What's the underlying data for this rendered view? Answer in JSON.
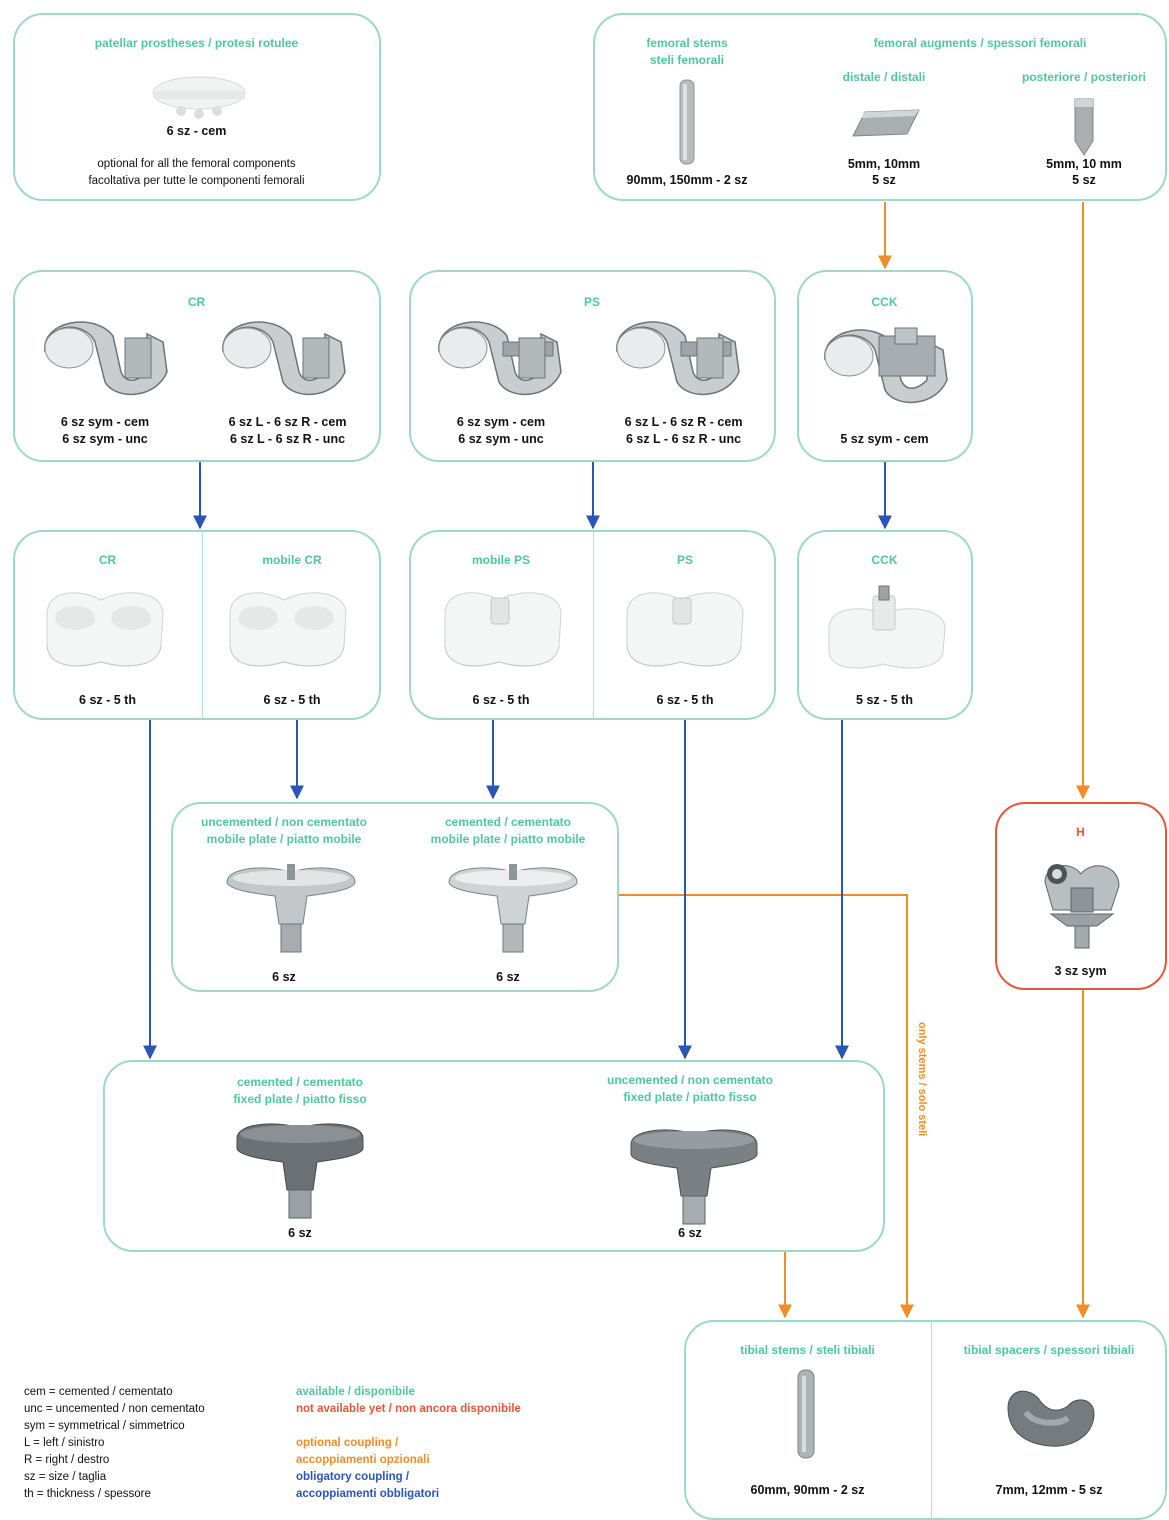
{
  "patellar": {
    "title": "patellar prostheses / protesi rotulee",
    "sizes": "6 sz - cem",
    "note1": "optional for all the femoral components",
    "note2": "facoltativa per tutte le componenti femorali"
  },
  "femoral_stems": {
    "title1": "femoral stems",
    "title2": "steli femorali",
    "sizes": "90mm, 150mm - 2 sz"
  },
  "femoral_augments": {
    "title": "femoral augments / spessori femorali",
    "distal_title": "distale / distali",
    "distal_sizes1": "5mm, 10mm",
    "distal_sizes2": "5 sz",
    "posterior_title": "posteriore / posteriori",
    "posterior_sizes1": "5mm, 10 mm",
    "posterior_sizes2": "5 sz"
  },
  "cr_femoral": {
    "title": "CR",
    "left1": "6 sz sym - cem",
    "left2": "6 sz sym - unc",
    "right1": "6 sz L - 6 sz R - cem",
    "right2": "6 sz L - 6 sz R - unc"
  },
  "ps_femoral": {
    "title": "PS",
    "left1": "6 sz sym - cem",
    "left2": "6 sz sym - unc",
    "right1": "6 sz L - 6 sz R - cem",
    "right2": "6 sz L - 6 sz R - unc"
  },
  "cck_femoral": {
    "title": "CCK",
    "sizes": "5 sz sym - cem"
  },
  "inserts": {
    "cr": {
      "title": "CR",
      "sizes": "6 sz - 5 th"
    },
    "mobile_cr": {
      "title": "mobile CR",
      "sizes": "6 sz - 5 th"
    },
    "mobile_ps": {
      "title": "mobile PS",
      "sizes": "6 sz - 5 th"
    },
    "ps": {
      "title": "PS",
      "sizes": "6 sz - 5 th"
    },
    "cck": {
      "title": "CCK",
      "sizes": "5 sz - 5 th"
    }
  },
  "mobile_plates": {
    "unc_title1": "uncemented / non cementato",
    "unc_title2": "mobile plate / piatto mobile",
    "unc_sizes": "6 sz",
    "cem_title1": "cemented / cementato",
    "cem_title2": "mobile plate / piatto mobile",
    "cem_sizes": "6 sz"
  },
  "hinge": {
    "title": "H",
    "sizes": "3 sz sym"
  },
  "fixed_plates": {
    "cem_title1": "cemented / cementato",
    "cem_title2": "fixed plate / piatto fisso",
    "cem_sizes": "6 sz",
    "unc_title1": "uncemented / non cementato",
    "unc_title2": "fixed plate / piatto fisso",
    "unc_sizes": "6 sz"
  },
  "only_stems_label": "only stems / solo steli",
  "tibial_stems": {
    "title": "tibial stems / steli tibiali",
    "sizes": "60mm, 90mm - 2 sz"
  },
  "tibial_spacers": {
    "title": "tibial spacers / spessori tibiali",
    "sizes": "7mm, 12mm - 5 sz"
  },
  "legend": {
    "abbrev": [
      "cem = cemented / cementato",
      "unc = uncemented / non cementato",
      "sym = symmetrical / simmetrico",
      "L = left / sinistro",
      "R = right / destro",
      "sz = size / taglia",
      "th = thickness / spessore"
    ],
    "available": "available / disponibile",
    "not_available": "not available yet / non ancora disponibile",
    "optional1": "optional coupling /",
    "optional2": "accoppiamenti opzionali",
    "obligatory1": "obligatory coupling /",
    "obligatory2": "accoppiamenti obbligatori"
  },
  "colors": {
    "available": "#4fc6a0",
    "not_available": "#e4573a",
    "optional": "#f28c28",
    "obligatory": "#2a55b8"
  },
  "icons": [
    "patella-prosthesis-icon",
    "femoral-stem-icon",
    "distal-augment-icon",
    "posterior-augment-icon",
    "femoral-component-icon",
    "tibial-insert-icon",
    "mobile-plate-icon",
    "hinge-knee-icon",
    "fixed-plate-icon",
    "tibial-stem-icon",
    "tibial-spacer-icon"
  ]
}
